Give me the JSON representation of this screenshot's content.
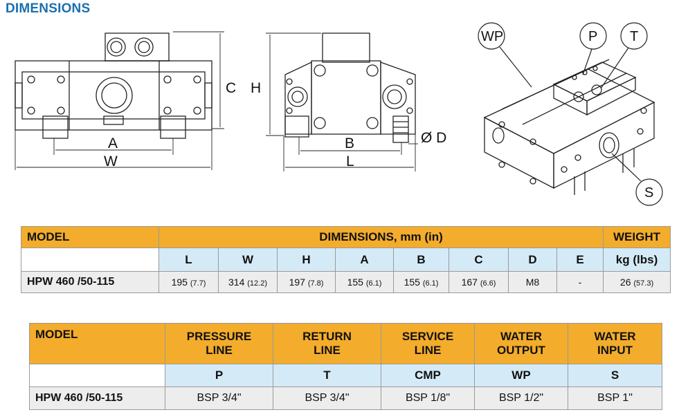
{
  "title": "DIMENSIONS",
  "drawing_labels": {
    "A": "A",
    "W": "W",
    "C": "C",
    "H": "H",
    "B": "B",
    "D": "Ø D",
    "L": "L",
    "WP": "WP",
    "P": "P",
    "T": "T",
    "S": "S"
  },
  "dim_table": {
    "model_header": "MODEL",
    "dimensions_header": "DIMENSIONS, mm (in)",
    "weight_header": "WEIGHT",
    "columns": [
      "L",
      "W",
      "H",
      "A",
      "B",
      "C",
      "D",
      "E"
    ],
    "weight_unit": "kg (lbs)",
    "row": {
      "model": "HPW 460 /50-115",
      "values": [
        {
          "mm": "195",
          "in": "(7.7)"
        },
        {
          "mm": "314",
          "in": "(12.2)"
        },
        {
          "mm": "197",
          "in": "(7.8)"
        },
        {
          "mm": "155",
          "in": "(6.1)"
        },
        {
          "mm": "155",
          "in": "(6.1)"
        },
        {
          "mm": "167",
          "in": "(6.6)"
        },
        {
          "mm": "M8",
          "in": ""
        },
        {
          "mm": "-",
          "in": ""
        }
      ],
      "weight": {
        "kg": "26",
        "lbs": "(57.3)"
      }
    }
  },
  "port_table": {
    "model_header": "MODEL",
    "headers": [
      {
        "l1": "PRESSURE",
        "l2": "LINE"
      },
      {
        "l1": "RETURN",
        "l2": "LINE"
      },
      {
        "l1": "SERVICE",
        "l2": "LINE"
      },
      {
        "l1": "WATER",
        "l2": "OUTPUT"
      },
      {
        "l1": "WATER",
        "l2": "INPUT"
      }
    ],
    "codes": [
      "P",
      "T",
      "CMP",
      "WP",
      "S"
    ],
    "row": {
      "model": "HPW 460 /50-115",
      "values": [
        "BSP 3/4\"",
        "BSP 3/4\"",
        "BSP 1/8\"",
        "BSP 1/2\"",
        "BSP 1\""
      ]
    }
  }
}
